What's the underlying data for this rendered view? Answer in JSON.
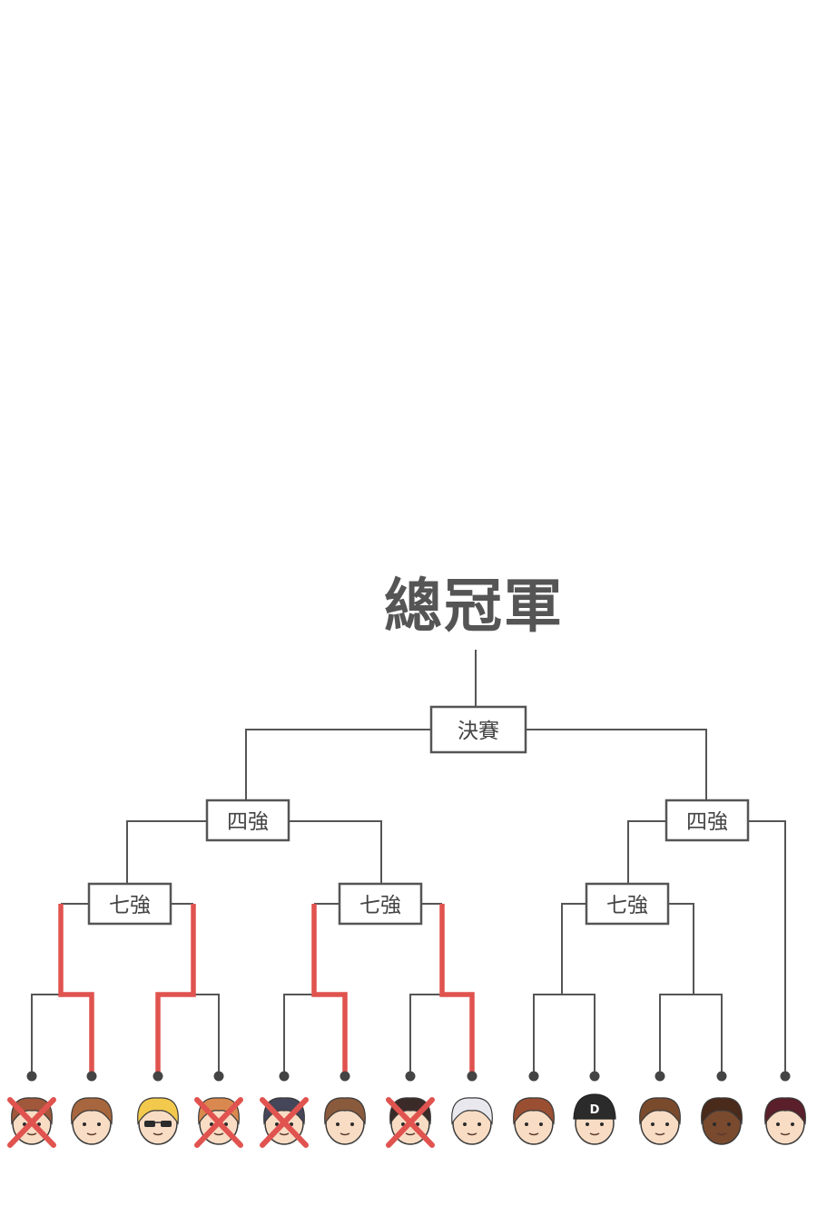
{
  "bracket": {
    "champion_label": "總冠軍",
    "final_label": "決賽",
    "semifinal_label": "四強",
    "quarterfinal_label": "七強",
    "line_color": "#555555",
    "advance_color": "#e0534f",
    "eliminated_mark_color": "#e0534f"
  },
  "players": [
    {
      "id": "p1",
      "status": "eliminated",
      "hair": "#a0573a",
      "face": "plain"
    },
    {
      "id": "p2",
      "status": "advanced",
      "hair": "#a8663e",
      "face": "plain"
    },
    {
      "id": "p3",
      "status": "advanced",
      "hair": "#f2c94c",
      "face": "sunglasses"
    },
    {
      "id": "p4",
      "status": "eliminated",
      "hair": "#d9894f",
      "face": "plain"
    },
    {
      "id": "p5",
      "status": "eliminated",
      "hair": "#45465a",
      "face": "plain"
    },
    {
      "id": "p6",
      "status": "advanced",
      "hair": "#8a5a3c",
      "face": "plain"
    },
    {
      "id": "p7",
      "status": "eliminated",
      "hair": "#3a2a28",
      "face": "plain"
    },
    {
      "id": "p8",
      "status": "advanced",
      "hair": "#e8e8ee",
      "face": "plain"
    },
    {
      "id": "p9",
      "status": "pending",
      "hair": "#9a4f33",
      "face": "plain"
    },
    {
      "id": "p10",
      "status": "pending",
      "hair": "#2b2b2b",
      "face": "cap",
      "cap_letter": "D"
    },
    {
      "id": "p11",
      "status": "pending",
      "hair": "#7a4a2c",
      "face": "plain"
    },
    {
      "id": "p12",
      "status": "pending",
      "hair": "#4a2a1a",
      "face": "dark"
    },
    {
      "id": "p13",
      "status": "pending",
      "hair": "#5a1f2a",
      "face": "plain"
    }
  ]
}
